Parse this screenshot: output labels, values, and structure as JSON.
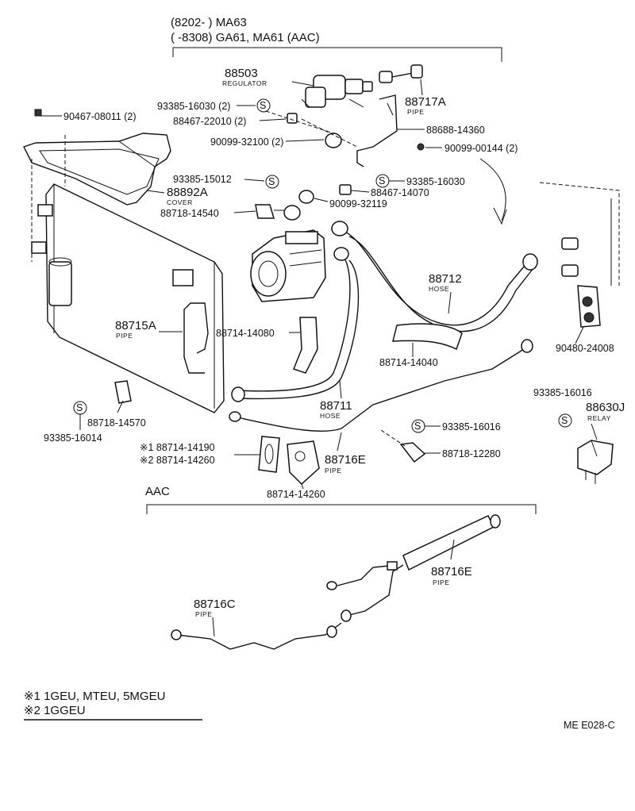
{
  "header": {
    "line1": "(8202-          ) MA63",
    "line2": "(          -8308) GA61, MA61 (AAC)"
  },
  "labels": {
    "p88503": "88503",
    "regulator": "REGULATOR",
    "p93385_16030_2": "93385-16030 (2)",
    "p88467_22010": "88467-22010 (2)",
    "p90467": "90467-08011 (2)",
    "p90099_32100": "90099-32100 (2)",
    "p88717a": "88717A",
    "pipe1": "PIPE",
    "p88688": "88688-14360",
    "p90099_00144": "90099-00144 (2)",
    "p93385_15012": "93385-15012",
    "p88892a": "88892A",
    "cover": "COVER",
    "p88718_14540": "88718-14540",
    "p93385_16030": "93385-16030",
    "p88467_14070": "88467-14070",
    "p90099_32119": "90099-32119",
    "p88712": "88712",
    "hose1": "HOSE",
    "p88715a": "88715A",
    "pipe2": "PIPE",
    "p88714_14080": "88714-14080",
    "p88714_14040": "88714-14040",
    "p90480": "90480-24008",
    "p93385_16016_r": "93385-16016",
    "p88630j": "88630J",
    "relay": "RELAY",
    "p88711": "88711",
    "hose2": "HOSE",
    "p88718_14570": "88718-14570",
    "p93385_16014": "93385-16014",
    "p93385_16016": "93385-16016",
    "n1": "※1 88714-14190",
    "n2": "※2 88714-14260",
    "p88716e": "88716E",
    "pipe3": "PIPE",
    "p88718_12280": "88718-12280",
    "p88714_14260": "88714-14260",
    "aac": "AAC",
    "p88716e_2": "88716E",
    "pipe4": "PIPE",
    "p88716c": "88716C",
    "pipe5": "PIPE",
    "s_mark": "S"
  },
  "footnotes": {
    "note1": "※1 1GEU, MTEU, 5MGEU",
    "note2": "※2 1GGEU"
  },
  "ref_code": "ME  E028-C"
}
